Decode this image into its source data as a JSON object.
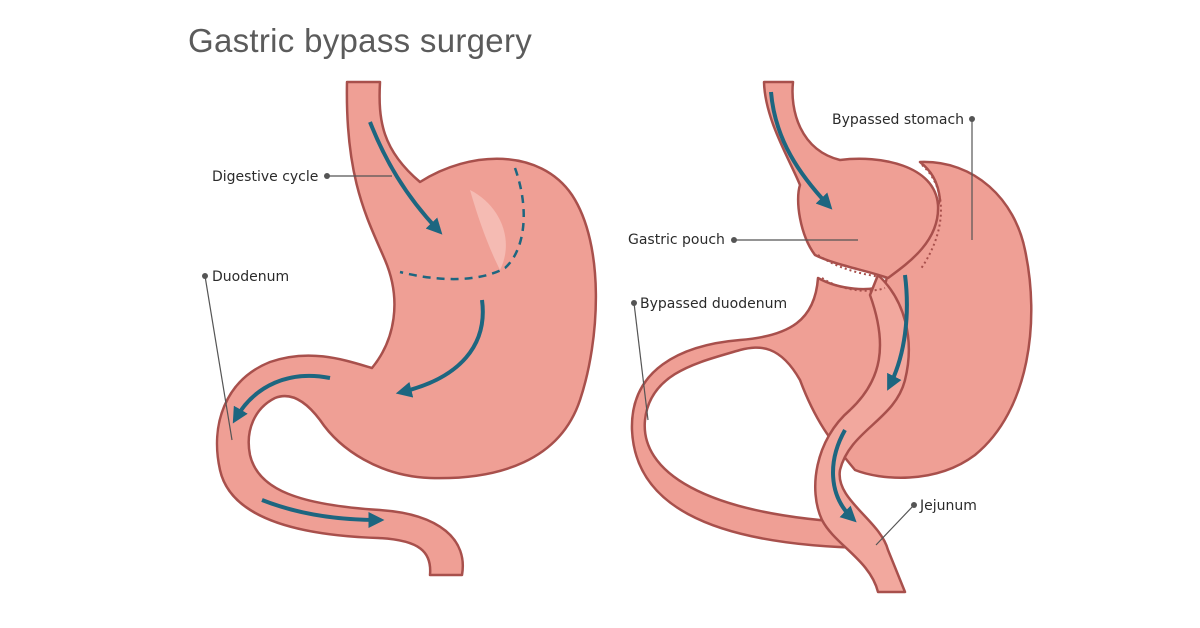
{
  "title": "Gastric bypass surgery",
  "labels": {
    "digestive_cycle": "Digestive cycle",
    "duodenum": "Duodenum",
    "bypassed_stomach": "Bypassed stomach",
    "gastric_pouch": "Gastric pouch",
    "bypassed_duodenum": "Bypassed duodenum",
    "jejunum": "Jejunum"
  },
  "colors": {
    "tissue": "#ef9f95",
    "tissue_dark": "#e58a80",
    "outline": "#a8504c",
    "arrow": "#1d6680",
    "leader": "#555555",
    "title": "#5b5b5b"
  }
}
